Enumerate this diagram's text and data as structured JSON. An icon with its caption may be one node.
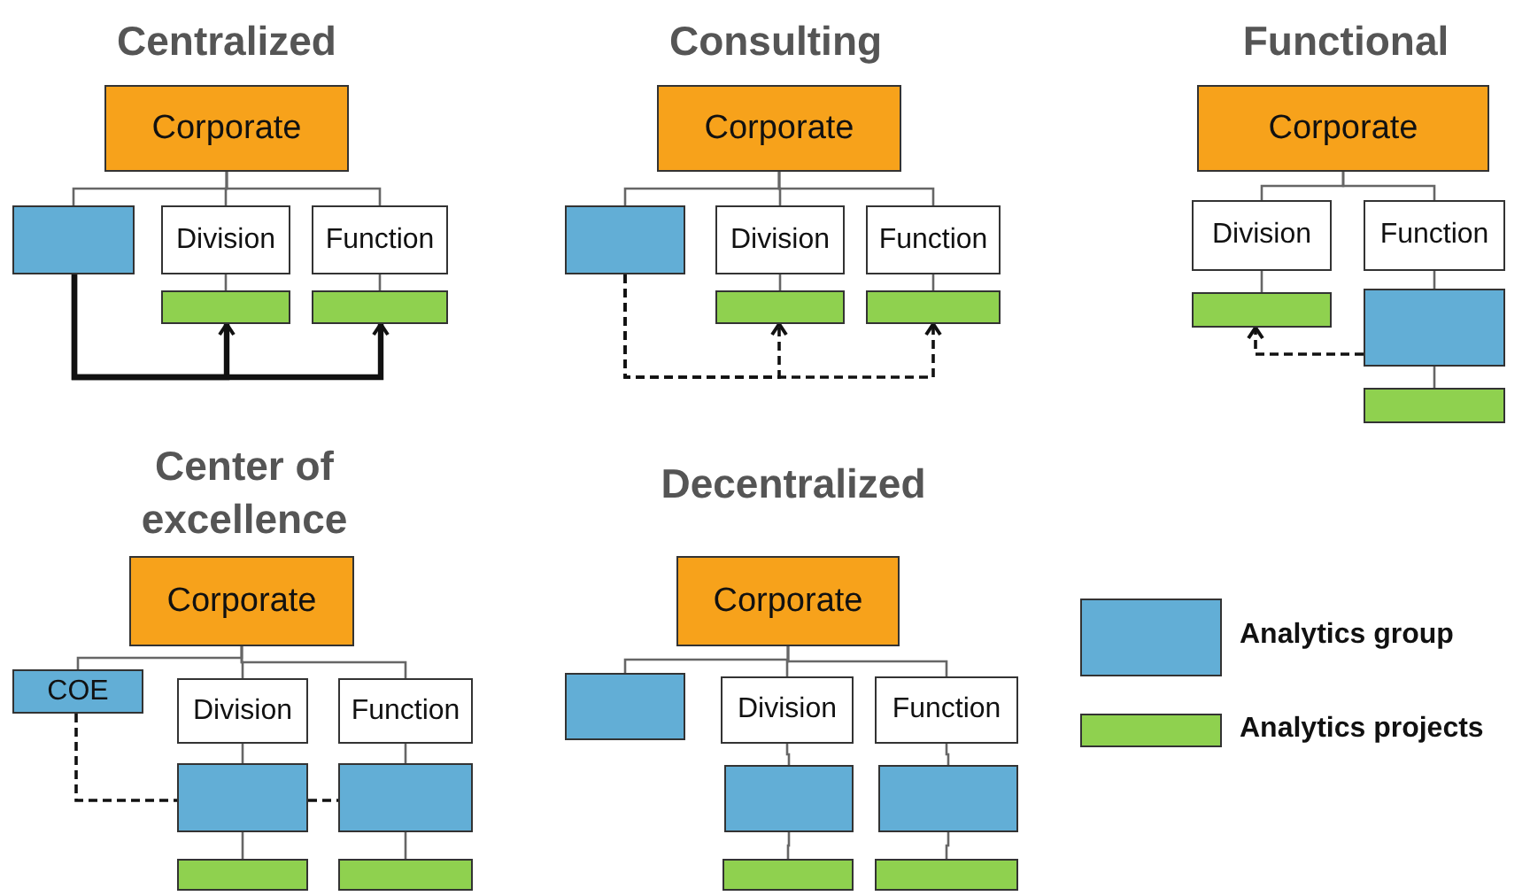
{
  "diagram": {
    "nodes": [
      {
        "text": [
          "Corporate"
        ]
      },
      {
        "text": [],
        "shape": "box"
      },
      {
        "text": [
          "Division"
        ]
      },
      {
        "text": [
          "Function"
        ]
      },
      {
        "text": [],
        "shape": "bar"
      },
      {
        "text": [],
        "shape": "bar"
      },
      {
        "text": [
          "Corporate"
        ]
      },
      {
        "text": [],
        "shape": "box"
      },
      {
        "text": [
          "Division"
        ]
      },
      {
        "text": [
          "Function"
        ]
      },
      {
        "text": [],
        "shape": "bar"
      },
      {
        "text": [],
        "shape": "bar"
      },
      {
        "text": [
          "Corporate"
        ]
      },
      {
        "text": [
          "Division"
        ]
      },
      {
        "text": [
          "Function"
        ]
      },
      {
        "text": [],
        "shape": "bar"
      },
      {
        "text": [],
        "shape": "box"
      },
      {
        "text": [],
        "shape": "bar"
      },
      {
        "text": [
          "Corporate"
        ]
      },
      {
        "text": [
          "COE"
        ]
      },
      {
        "text": [
          "Division"
        ]
      },
      {
        "text": [
          "Function"
        ]
      },
      {
        "text": [],
        "shape": "box"
      },
      {
        "text": [],
        "shape": "box"
      },
      {
        "text": [],
        "shape": "bar"
      },
      {
        "text": [],
        "shape": "bar"
      },
      {
        "text": [
          "Corporate"
        ]
      },
      {
        "text": [],
        "shape": "box"
      },
      {
        "text": [
          "Division"
        ]
      },
      {
        "text": [
          "Function"
        ]
      },
      {
        "text": [],
        "shape": "box"
      },
      {
        "text": [],
        "shape": "box"
      },
      {
        "text": [],
        "shape": "bar"
      },
      {
        "text": [],
        "shape": "bar"
      }
    ],
    "edges": [
      {
        "from": 0,
        "to": 1,
        "arrow": "none"
      },
      {
        "from": 0,
        "to": 2,
        "arrow": "none"
      },
      {
        "from": 0,
        "to": 3,
        "arrow": "none"
      },
      {
        "from": 2,
        "to": 4,
        "arrow": "none"
      },
      {
        "from": 3,
        "to": 5,
        "arrow": "none"
      },
      {
        "from": 1,
        "to": 4,
        "arrow": "to",
        "style": "thick",
        "color": "#111111"
      },
      {
        "from": 1,
        "to": 5,
        "arrow": "to",
        "style": "thick",
        "color": "#111111"
      },
      {
        "from": 6,
        "to": 7,
        "arrow": "none"
      },
      {
        "from": 6,
        "to": 8,
        "arrow": "none"
      },
      {
        "from": 6,
        "to": 9,
        "arrow": "none"
      },
      {
        "from": 8,
        "to": 10,
        "arrow": "none"
      },
      {
        "from": 9,
        "to": 11,
        "arrow": "none"
      },
      {
        "from": 7,
        "to": 10,
        "arrow": "to",
        "style": "dashed",
        "color": "#111111"
      },
      {
        "from": 7,
        "to": 11,
        "arrow": "to",
        "style": "dashed",
        "color": "#111111"
      },
      {
        "from": 12,
        "to": 13,
        "arrow": "none"
      },
      {
        "from": 12,
        "to": 14,
        "arrow": "none"
      },
      {
        "from": 13,
        "to": 15,
        "arrow": "none"
      },
      {
        "from": 14,
        "to": 16,
        "arrow": "none"
      },
      {
        "from": 16,
        "to": 17,
        "arrow": "none"
      },
      {
        "from": 16,
        "to": 15,
        "arrow": "to",
        "style": "dashed",
        "color": "#111111"
      },
      {
        "from": 18,
        "to": 19,
        "arrow": "none"
      },
      {
        "from": 18,
        "to": 20,
        "arrow": "none"
      },
      {
        "from": 18,
        "to": 21,
        "arrow": "none"
      },
      {
        "from": 20,
        "to": 22,
        "arrow": "none"
      },
      {
        "from": 21,
        "to": 23,
        "arrow": "none"
      },
      {
        "from": 22,
        "to": 24,
        "arrow": "none"
      },
      {
        "from": 23,
        "to": 25,
        "arrow": "none"
      },
      {
        "from": 19,
        "to": 22,
        "arrow": "none",
        "style": "dashed",
        "color": "#111111"
      },
      {
        "from": 22,
        "to": 23,
        "arrow": "none",
        "style": "dashed",
        "color": "#111111"
      },
      {
        "from": 26,
        "to": 27,
        "arrow": "none"
      },
      {
        "from": 26,
        "to": 28,
        "arrow": "none"
      },
      {
        "from": 26,
        "to": 29,
        "arrow": "none"
      },
      {
        "from": 28,
        "to": 30,
        "arrow": "none"
      },
      {
        "from": 29,
        "to": 31,
        "arrow": "none"
      },
      {
        "from": 30,
        "to": 32,
        "arrow": "none"
      },
      {
        "from": 31,
        "to": 33,
        "arrow": "none"
      }
    ],
    "labels": [
      "Centralized",
      "Consulting",
      "Functional",
      "Center of excellence",
      "Decentralized"
    ],
    "legend": [
      {
        "text": "Analytics group",
        "color": "#62aed6"
      },
      {
        "text": "Analytics projects",
        "color": "#8fd14f"
      }
    ]
  }
}
